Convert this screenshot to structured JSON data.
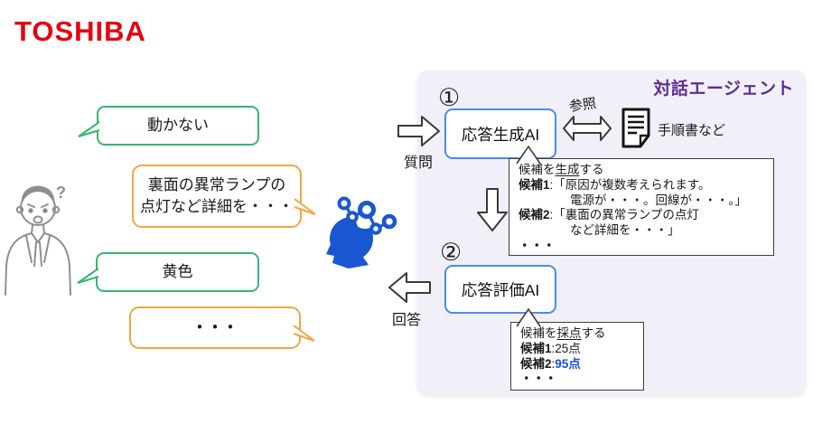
{
  "brand": {
    "logo_text": "TOSHIBA"
  },
  "person": {
    "question_mark": "?"
  },
  "conversation": {
    "bubble1_text": "動かない",
    "bubble2_line1": "裏面の異常ランプの",
    "bubble2_line2": "点灯など詳細を・・・",
    "bubble3_text": "黄色",
    "bubble4_text": "・・・"
  },
  "agent_panel": {
    "title": "対話エージェント",
    "question_label": "質問",
    "answer_label": "回答",
    "step1_number": "①",
    "generation_ai_label": "応答生成AI",
    "reference_label": "参照",
    "document_label": "手順書など",
    "generation_callout": {
      "heading_prefix": "候補を",
      "heading_emphasis": "生成",
      "heading_suffix": "する",
      "candidate1_label": "候補1",
      "candidate1_text": ":「原因が複数考えられます。",
      "candidate1_cont": "電源が・・・。回線が・・・。」",
      "candidate2_label": "候補2",
      "candidate2_text": ":「裏面の異常ランプの点灯",
      "candidate2_cont": "など詳細を・・・」",
      "ellipsis": "・・・"
    },
    "step2_number": "②",
    "evaluation_ai_label": "応答評価AI",
    "scoring_callout": {
      "heading_prefix": "候補を",
      "heading_emphasis": "採点",
      "heading_suffix": "する",
      "candidate1_label": "候補1",
      "candidate1_score": ":25点",
      "candidate2_label": "候補2",
      "candidate2_colon": ":",
      "candidate2_score": "95点",
      "ellipsis": "・・・"
    }
  },
  "icons": {
    "person": "confused-person-line-art",
    "ai_brain": "head-with-network-nodes",
    "question_arrow": "right-block-arrow",
    "answer_arrow": "left-block-arrow",
    "flow_arrow": "down-block-arrow",
    "reference_arrow": "double-headed-arrow",
    "document": "document-with-lines"
  },
  "colors": {
    "toshiba_red": "#e60012",
    "bubble_green": "#3ab56f",
    "bubble_orange": "#f2a544",
    "ai_box_blue": "#4b8bf0",
    "panel_purple_text": "#5b2f96",
    "panel_background": "#f1eff7",
    "score_highlight_blue": "#1d4fd6",
    "ai_icon_blue": "#1a56d0"
  }
}
